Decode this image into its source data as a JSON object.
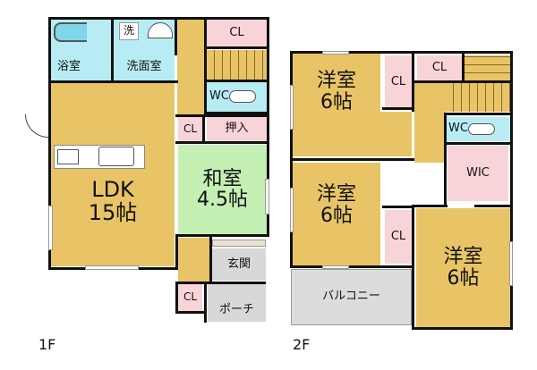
{
  "colors": {
    "wood": "#e8c466",
    "closet": "#f8d4d8",
    "water": "#b8ecf4",
    "tatami": "#c4f0b4",
    "entrance": "#d8d8d8",
    "wall": "#111111"
  },
  "floor1": {
    "label": "1F",
    "rooms": {
      "bath": "浴室",
      "washroom": "洗面室",
      "washer": "洗",
      "closet_top": "CL",
      "wc": "WC",
      "closet_mid": "CL",
      "oshiire": "押入",
      "washitsu_name": "和室",
      "washitsu_size": "4.5帖",
      "ldk_name": "LDK",
      "ldk_size": "15帖",
      "genkan": "玄関",
      "closet_bottom": "CL",
      "porch": "ポーチ"
    }
  },
  "floor2": {
    "label": "2F",
    "rooms": {
      "room1_name": "洋室",
      "room1_size": "6帖",
      "closet1": "CL",
      "closet_top": "CL",
      "wc": "WC",
      "wic": "WIC",
      "room2_name": "洋室",
      "room2_size": "6帖",
      "closet2": "CL",
      "room3_name": "洋室",
      "room3_size": "6帖",
      "balcony": "バルコニー"
    }
  }
}
